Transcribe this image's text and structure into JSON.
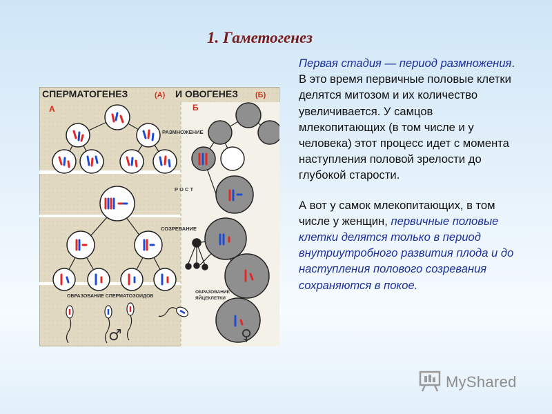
{
  "slide": {
    "title": "1. Гаметогенез",
    "para1": {
      "lead_italic": "Первая стадия — период размножения",
      "rest": ". В это время первичные половые клетки делятся митозом и их количество увеличивается. У самцов млекопитающих (в том числе и у человека) этот процесс идет с момента наступления половой зрелости до глубокой старости."
    },
    "para2": {
      "lead": "А вот у самок млекопитающих, в том числе у женщин, ",
      "italic": "первичные половые клетки делятся только в период внутриутробного развития плода и до наступления полового созревания сохраняются в покое."
    }
  },
  "figure": {
    "title_main": "СПЕРМАТОГЕНЕЗ",
    "title_a": "(А)",
    "title_and": "И ОВОГЕНЕЗ",
    "title_b": "(Б)",
    "panel_a": "А",
    "panel_b": "Б",
    "label_reproduction": "РАЗМНОЖЕНИЕ",
    "label_growth": "Р О С Т",
    "label_maturation": "СОЗРЕВАНИЕ",
    "label_sperm": "ОБРАЗОВАНИЕ СПЕРМАТОЗОИДОВ",
    "label_egg_1": "ОБРАЗОВАНИЕ",
    "label_egg_2": "ЯЙЦЕКЛЕТКИ",
    "male_symbol": "♂",
    "female_symbol": "♀"
  },
  "watermark": {
    "text": "MyShared",
    "icon": "presentation-board-icon"
  },
  "colors": {
    "title": "#7a1a1a",
    "highlight": "#1c2f9c",
    "chromosome_red": "#e02828",
    "chromosome_blue": "#1f4bd1",
    "figure_bg": "#e4dcc6",
    "cell_gray": "#8f8f8f"
  }
}
